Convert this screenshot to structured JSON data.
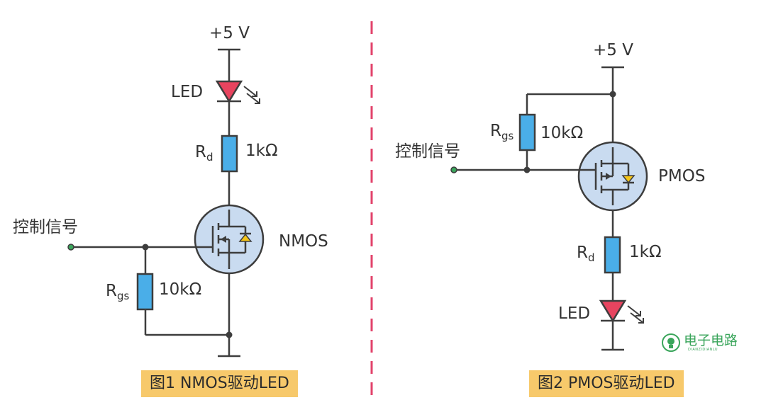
{
  "figure1": {
    "supply": "+5 V",
    "led": "LED",
    "rd_main": "R",
    "rd_sub": "d",
    "rd_value": "1kΩ",
    "control": "控制信号",
    "rgs_main": "R",
    "rgs_sub": "gs",
    "rgs_value": "10kΩ",
    "mosfet": "NMOS",
    "caption": "图1  NMOS驱动LED"
  },
  "figure2": {
    "supply": "+5 V",
    "rgs_main": "R",
    "rgs_sub": "gs",
    "rgs_value": "10kΩ",
    "control": "控制信号",
    "mosfet": "PMOS",
    "rd_main": "R",
    "rd_sub": "d",
    "rd_value": "1kΩ",
    "led": "LED",
    "caption": "图2  PMOS驱动LED"
  },
  "logo": {
    "text": "电子电路",
    "subtext": "DIANZIDIANLU"
  },
  "colors": {
    "wire": "#3d3d3d",
    "resistor": "#4aaee8",
    "led": "#e8445f",
    "mosfet_fill": "#c9dbf0",
    "diode": "#f5c518",
    "caption_bg": "#f7c96b",
    "divider": "#e2436b",
    "terminal": "#3aa55b"
  }
}
